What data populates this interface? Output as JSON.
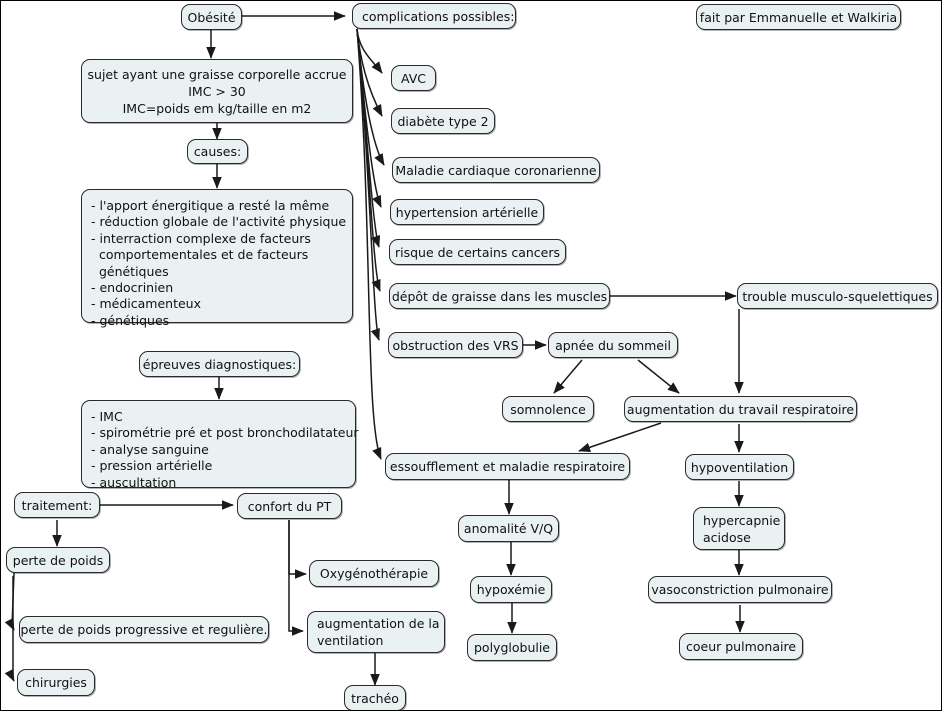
{
  "diagram": {
    "title": "Obésité",
    "credit": "fait par Emmanuelle et Walkiria",
    "colors": {
      "node_fill": "#eaf1f3",
      "node_border": "#2a2a2a",
      "edge": "#1a1a1a",
      "background": "#ffffff"
    }
  },
  "nodes": {
    "obesite": "Obésité",
    "definition": "sujet ayant une graisse corporelle accrue\nIMC > 30\nIMC=poids em kg/taille en m2",
    "causes_header": "causes:",
    "causes_list": "- l'apport énergitique a resté la même\n- réduction globale de l'activité physique\n- interraction complexe de facteurs\n  comportementales et de facteurs\n  génétiques\n- endocrinien\n- médicamenteux\n- génétiques",
    "epreuves_header": "épreuves diagnostiques:",
    "epreuves_list": "- IMC\n- spirométrie pré et post bronchodilatateur\n- analyse sanguine\n- pression artérielle\n- auscultation",
    "complications_header": "complications possibles:",
    "avc": "AVC",
    "diabete": "diabète type 2",
    "maladie_cardiaque": "Maladie cardiaque coronarienne",
    "hypertension": "hypertension artérielle",
    "cancers": "risque de certains cancers",
    "depot_graisse": "dépôt de graisse dans les muscles",
    "trouble_musculo": "trouble musculo-squelettiques",
    "obstruction_vrs": "obstruction des VRS",
    "apnee": "apnée du sommeil",
    "somnolence": "somnolence",
    "augmentation_travail": "augmentation du travail respiratoire",
    "essoufflement": "essoufflement et maladie respiratoire",
    "hypoventilation": "hypoventilation",
    "anomalite_vq": "anomalité V/Q",
    "hypercapnie": "hypercapnie\nacidose",
    "hypoxemie": "hypoxémie",
    "vasoconstriction": "vasoconstriction pulmonaire",
    "polyglobulie": "polyglobulie",
    "coeur_pulmonaire": "coeur pulmonaire",
    "traitement_header": "traitement:",
    "confort_pt": "confort du PT",
    "perte_poids": "perte de poids",
    "oxygenotherapie": "Oxygénothérapie",
    "perte_poids_prog": "perte de poids progressive et regulière.",
    "augmentation_ventilation": "augmentation de la\nventilation",
    "chirurgies": "chirurgies",
    "tracheo": "trachéo",
    "credit_box": "fait par Emmanuelle et Walkiria"
  },
  "chart_data": {
    "type": "diagram",
    "title": "Obésité — carte conceptuelle",
    "edges": [
      {
        "from": "obesite",
        "to": "complications_header"
      },
      {
        "from": "obesite",
        "to": "definition"
      },
      {
        "from": "definition",
        "to": "causes_header"
      },
      {
        "from": "causes_header",
        "to": "causes_list"
      },
      {
        "from": "complications_header",
        "to": "avc"
      },
      {
        "from": "complications_header",
        "to": "diabete"
      },
      {
        "from": "complications_header",
        "to": "maladie_cardiaque"
      },
      {
        "from": "complications_header",
        "to": "hypertension"
      },
      {
        "from": "complications_header",
        "to": "cancers"
      },
      {
        "from": "complications_header",
        "to": "depot_graisse"
      },
      {
        "from": "complications_header",
        "to": "obstruction_vrs"
      },
      {
        "from": "complications_header",
        "to": "essoufflement"
      },
      {
        "from": "depot_graisse",
        "to": "trouble_musculo"
      },
      {
        "from": "trouble_musculo",
        "to": "augmentation_travail"
      },
      {
        "from": "obstruction_vrs",
        "to": "apnee"
      },
      {
        "from": "apnee",
        "to": "somnolence"
      },
      {
        "from": "apnee",
        "to": "augmentation_travail"
      },
      {
        "from": "augmentation_travail",
        "to": "essoufflement"
      },
      {
        "from": "augmentation_travail",
        "to": "hypoventilation"
      },
      {
        "from": "essoufflement",
        "to": "anomalite_vq"
      },
      {
        "from": "anomalite_vq",
        "to": "hypoxemie"
      },
      {
        "from": "hypoxemie",
        "to": "polyglobulie"
      },
      {
        "from": "hypoventilation",
        "to": "hypercapnie"
      },
      {
        "from": "hypercapnie",
        "to": "vasoconstriction"
      },
      {
        "from": "vasoconstriction",
        "to": "coeur_pulmonaire"
      },
      {
        "from": "epreuves_header",
        "to": "epreuves_list"
      },
      {
        "from": "traitement_header",
        "to": "confort_pt"
      },
      {
        "from": "traitement_header",
        "to": "perte_poids"
      },
      {
        "from": "perte_poids",
        "to": "perte_poids_prog"
      },
      {
        "from": "perte_poids",
        "to": "chirurgies"
      },
      {
        "from": "confort_pt",
        "to": "oxygenotherapie"
      },
      {
        "from": "confort_pt",
        "to": "augmentation_ventilation"
      },
      {
        "from": "augmentation_ventilation",
        "to": "tracheo"
      }
    ]
  }
}
